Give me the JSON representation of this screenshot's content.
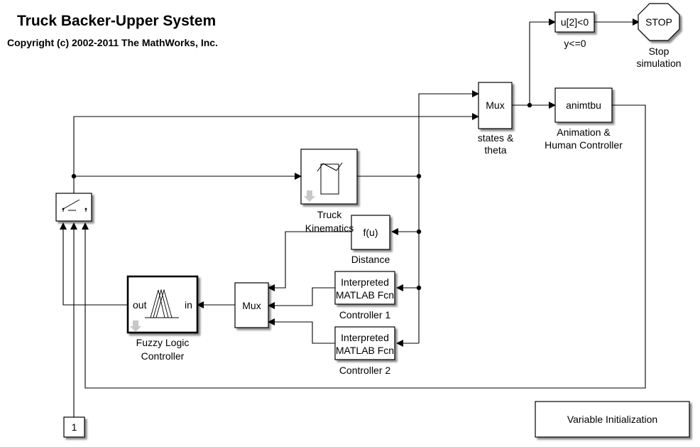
{
  "header": {
    "title": "Truck Backer-Upper System",
    "copyright": "Copyright (c) 2002-2011 The MathWorks, Inc."
  },
  "blocks": {
    "compare": {
      "text": "u[2]<0",
      "label": "y<=0"
    },
    "stop": {
      "text": "STOP",
      "label_line1": "Stop",
      "label_line2": "simulation"
    },
    "mux_states": {
      "text": "Mux",
      "label_line1": "states &",
      "label_line2": "theta"
    },
    "animtbu": {
      "text": "animtbu",
      "label_line1": "Animation &",
      "label_line2": "Human Controller"
    },
    "truck": {
      "label_line1": "Truck",
      "label_line2": "Kinematics"
    },
    "distance": {
      "text": "f(u)",
      "label": "Distance"
    },
    "controller1": {
      "text_line1": "Interpreted",
      "text_line2": "MATLAB Fcn",
      "label": "Controller 1"
    },
    "controller2": {
      "text_line1": "Interpreted",
      "text_line2": "MATLAB Fcn",
      "label": "Controller 2"
    },
    "mux_fuzzy": {
      "text": "Mux"
    },
    "fuzzy": {
      "port_out": "out",
      "port_in": "in",
      "label_line1": "Fuzzy Logic",
      "label_line2": "Controller"
    },
    "constant": {
      "text": "1"
    },
    "var_init": {
      "text": "Variable Initialization"
    }
  }
}
